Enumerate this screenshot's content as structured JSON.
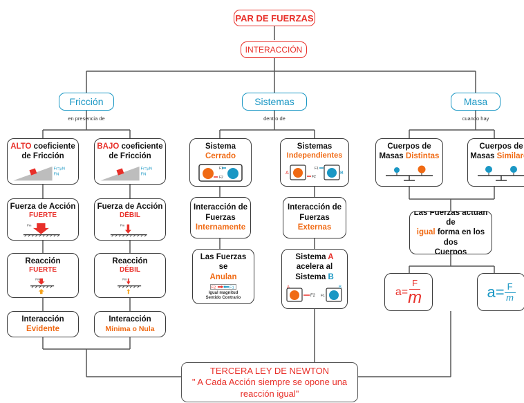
{
  "top": {
    "title": "PAR DE FUERZAS",
    "interaction": "INTERACCIÓN"
  },
  "branches": {
    "friccion": {
      "label": "Fricción",
      "caption": "en presencia de"
    },
    "sistemas": {
      "label": "Sistemas",
      "caption": "dentro de"
    },
    "masa": {
      "label": "Masa",
      "caption": "cuando hay"
    }
  },
  "friccion": {
    "alto": {
      "hl": "ALTO",
      "text1": " coeficiente",
      "text2": "de Fricción",
      "formula": "Fr=μN",
      "fn": "FN"
    },
    "bajo": {
      "hl": "BAJO",
      "text1": " coeficiente",
      "text2": "de Fricción",
      "formula": "Fr=μN",
      "fn": "FN"
    },
    "accion_alto": {
      "title": "Fuerza de Acción",
      "value": "FUERTE",
      "force": "Fm"
    },
    "accion_bajo": {
      "title": "Fuerza de Acción",
      "value": "DÉBIL",
      "force": "Fm"
    },
    "reaccion_alto": {
      "title": "Reacción",
      "value": "FUERTE",
      "force": "Fm"
    },
    "reaccion_bajo": {
      "title": "Reacción",
      "value": "DÉBIL",
      "force": "Fm"
    },
    "interaccion_alto": {
      "title": "Interacción",
      "value": "Evidente"
    },
    "interaccion_bajo": {
      "title": "Interacción",
      "value": "Mínima o Nula"
    }
  },
  "sistemas": {
    "cerrado": {
      "title": "Sistema",
      "value": "Cerrado",
      "f1": "F1",
      "f2": "F2"
    },
    "independientes": {
      "title": "Sistemas",
      "value": "Independientes",
      "a": "A",
      "b": "B",
      "f1": "F1",
      "f2": "F2"
    },
    "internamente": {
      "l1": "Interacción de",
      "l2": "Fuerzas",
      "value": "Internamente"
    },
    "externas": {
      "l1": "Interacción de",
      "l2": "Fuerzas",
      "value": "Externas"
    },
    "anulan": {
      "l1": "Las Fuerzas se",
      "value": "Anulan",
      "f2": "F2",
      "f1": "F1",
      "note1": "Igual magnitud",
      "note2": "Sentido Contrario"
    },
    "acelera": {
      "l1": "Sistema ",
      "a": "A",
      "l2": "acelera al",
      "l3": "Sistema ",
      "b": "B",
      "f1": "F1",
      "f2": "F2"
    }
  },
  "masa": {
    "distintas": {
      "l1": "Cuerpos de",
      "l2": "Masas ",
      "value": "Distintas"
    },
    "similares": {
      "l1": "Cuerpos de",
      "l2": "Masas ",
      "value": "Similares"
    },
    "igual": {
      "l1": "Las Fuerzas actúan de",
      "hl": "igual",
      "l2": " forma en los dos",
      "l3": "Cuerpos"
    },
    "formula_a": {
      "a": "a=",
      "F": "F",
      "m": "m"
    },
    "formula_b": {
      "a": "a=",
      "F": "F",
      "m": "m"
    }
  },
  "newton": {
    "title": "TERCERA LEY DE NEWTON",
    "l1": "\" A Cada Acción siempre se opone una",
    "l2": "reacción igual\""
  },
  "colors": {
    "red": "#e8302a",
    "orange": "#f06a14",
    "blue": "#1a97c4",
    "line": "#555555"
  }
}
